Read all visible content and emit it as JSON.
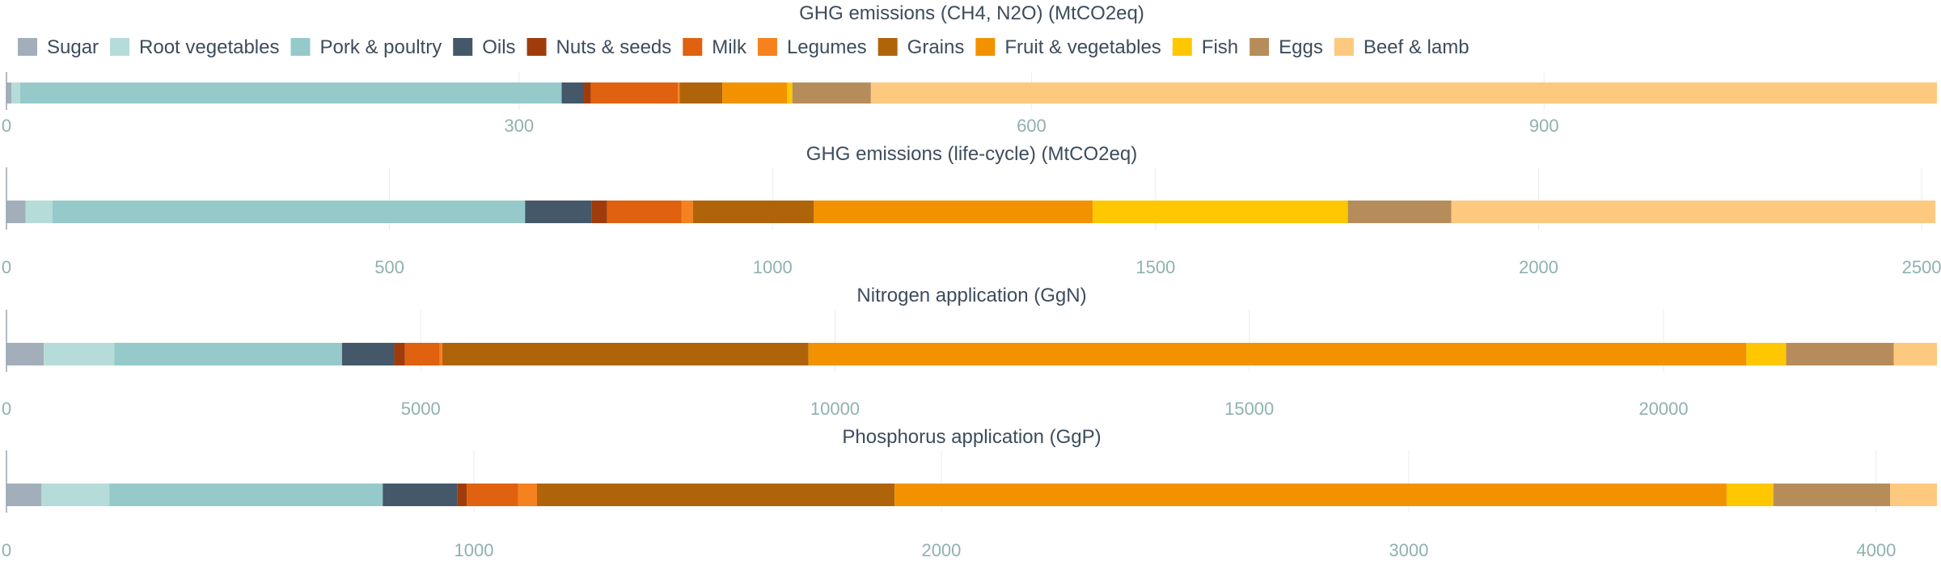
{
  "colors": {
    "Sugar": "#a2afbb",
    "Root vegetables": "#b5dcd9",
    "Pork & poultry": "#96c9c9",
    "Oils": "#44586a",
    "Nuts & seeds": "#a03c0c",
    "Milk": "#e0610f",
    "Legumes": "#f5821f",
    "Grains": "#b0640a",
    "Fruit & vegetables": "#f39200",
    "Fish": "#ffc700",
    "Eggs": "#b68d5a",
    "Beef & lamb": "#fdc97f"
  },
  "chart_data": {
    "type": "bar",
    "orientation": "horizontal-stacked",
    "legend": {
      "position": "top-left",
      "items": [
        "Sugar",
        "Root vegetables",
        "Pork & poultry",
        "Oils",
        "Nuts & seeds",
        "Milk",
        "Legumes",
        "Grains",
        "Fruit & vegetables",
        "Fish",
        "Eggs",
        "Beef & lamb"
      ]
    },
    "panels": [
      {
        "title": "GHG emissions (CH4, N2O) (MtCO2eq)",
        "xlim": [
          0,
          1130
        ],
        "ticks": [
          0,
          300,
          600,
          900
        ],
        "tick_labels": [
          "0",
          "300",
          "600",
          "900"
        ],
        "values": [
          {
            "name": "Sugar",
            "value": 3
          },
          {
            "name": "Root vegetables",
            "value": 5
          },
          {
            "name": "Pork & poultry",
            "value": 317
          },
          {
            "name": "Oils",
            "value": 13
          },
          {
            "name": "Nuts & seeds",
            "value": 4
          },
          {
            "name": "Milk",
            "value": 51
          },
          {
            "name": "Legumes",
            "value": 1
          },
          {
            "name": "Grains",
            "value": 25
          },
          {
            "name": "Fruit & vegetables",
            "value": 38
          },
          {
            "name": "Fish",
            "value": 3
          },
          {
            "name": "Eggs",
            "value": 46
          },
          {
            "name": "Beef & lamb",
            "value": 624
          }
        ]
      },
      {
        "title": "GHG emissions (life-cycle) (MtCO2eq)",
        "xlim": [
          0,
          2520
        ],
        "ticks": [
          0,
          500,
          1000,
          1500,
          2000,
          2500
        ],
        "tick_labels": [
          "0",
          "500",
          "1000",
          "1500",
          "2000",
          "2500"
        ],
        "values": [
          {
            "name": "Sugar",
            "value": 25
          },
          {
            "name": "Root vegetables",
            "value": 35
          },
          {
            "name": "Pork & poultry",
            "value": 617
          },
          {
            "name": "Oils",
            "value": 87
          },
          {
            "name": "Nuts & seeds",
            "value": 20
          },
          {
            "name": "Milk",
            "value": 97
          },
          {
            "name": "Legumes",
            "value": 15
          },
          {
            "name": "Grains",
            "value": 158
          },
          {
            "name": "Fruit & vegetables",
            "value": 364
          },
          {
            "name": "Fish",
            "value": 333
          },
          {
            "name": "Eggs",
            "value": 135
          },
          {
            "name": "Beef & lamb",
            "value": 632
          }
        ]
      },
      {
        "title": "Nitrogen application (GgN)",
        "xlim": [
          0,
          23300
        ],
        "ticks": [
          0,
          5000,
          10000,
          15000,
          20000
        ],
        "tick_labels": [
          "0",
          "5000",
          "10000",
          "15000",
          "20000"
        ],
        "values": [
          {
            "name": "Sugar",
            "value": 450
          },
          {
            "name": "Root vegetables",
            "value": 850
          },
          {
            "name": "Pork & poultry",
            "value": 2750
          },
          {
            "name": "Oils",
            "value": 630
          },
          {
            "name": "Nuts & seeds",
            "value": 130
          },
          {
            "name": "Milk",
            "value": 420
          },
          {
            "name": "Legumes",
            "value": 30
          },
          {
            "name": "Grains",
            "value": 4420
          },
          {
            "name": "Fruit & vegetables",
            "value": 11320
          },
          {
            "name": "Fish",
            "value": 480
          },
          {
            "name": "Eggs",
            "value": 1300
          },
          {
            "name": "Beef & lamb",
            "value": 520
          }
        ]
      },
      {
        "title": "Phosphorus application (GgP)",
        "xlim": [
          0,
          4130
        ],
        "ticks": [
          0,
          1000,
          2000,
          3000,
          4000
        ],
        "tick_labels": [
          "0",
          "1000",
          "2000",
          "3000",
          "4000"
        ],
        "values": [
          {
            "name": "Sugar",
            "value": 75
          },
          {
            "name": "Root vegetables",
            "value": 145
          },
          {
            "name": "Pork & poultry",
            "value": 585
          },
          {
            "name": "Oils",
            "value": 160
          },
          {
            "name": "Nuts & seeds",
            "value": 20
          },
          {
            "name": "Milk",
            "value": 110
          },
          {
            "name": "Legumes",
            "value": 40
          },
          {
            "name": "Grains",
            "value": 765
          },
          {
            "name": "Fruit & vegetables",
            "value": 1780
          },
          {
            "name": "Fish",
            "value": 100
          },
          {
            "name": "Eggs",
            "value": 250
          },
          {
            "name": "Beef & lamb",
            "value": 100
          }
        ]
      }
    ]
  }
}
